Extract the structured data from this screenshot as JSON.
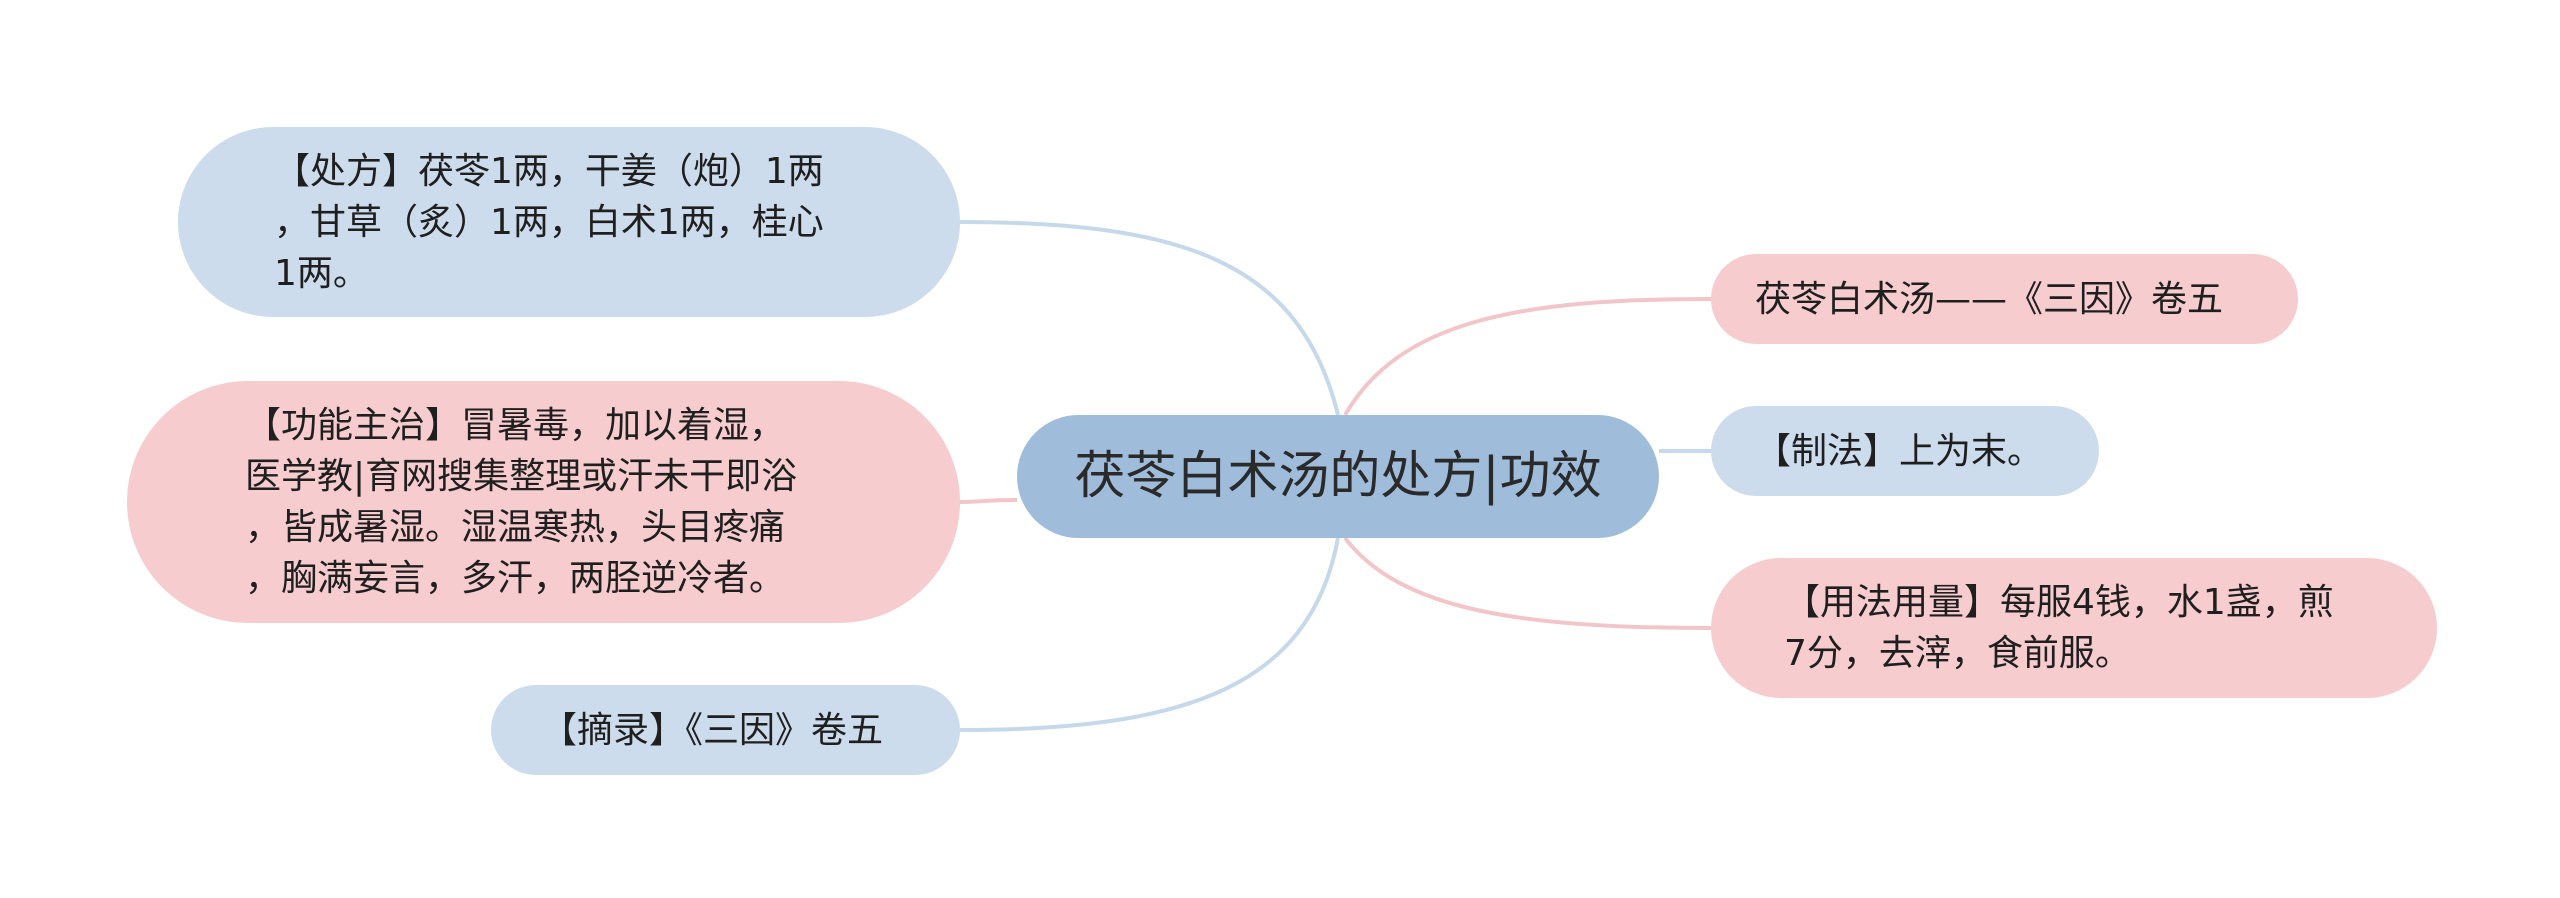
{
  "center": {
    "label": "茯苓白术汤的处方|功效",
    "color": "#9fbdda"
  },
  "left_branches": {
    "prescription": "【处方】茯苓1两，干姜（炮）1两\n，甘草（炙）1两，白术1两，桂心\n1两。",
    "function": "【功能主治】冒暑毒，加以着湿，\n医学教|育网搜集整理或汗未干即浴\n，皆成暑湿。湿温寒热，头目疼痛\n，胸满妄言，多汗，两胫逆冷者。",
    "excerpt": "【摘录】《三因》卷五"
  },
  "right_branches": {
    "title": "茯苓白术汤——《三因》卷五",
    "method": "【制法】上为末。",
    "usage": "【用法用量】每服4钱，水1盏，煎\n7分，去滓，食前服。"
  },
  "colors": {
    "blue_node": "#ccdcec",
    "pink_node": "#f6ccce",
    "blue_line": "#c5d9ea",
    "pink_line": "#f2c6c8"
  }
}
